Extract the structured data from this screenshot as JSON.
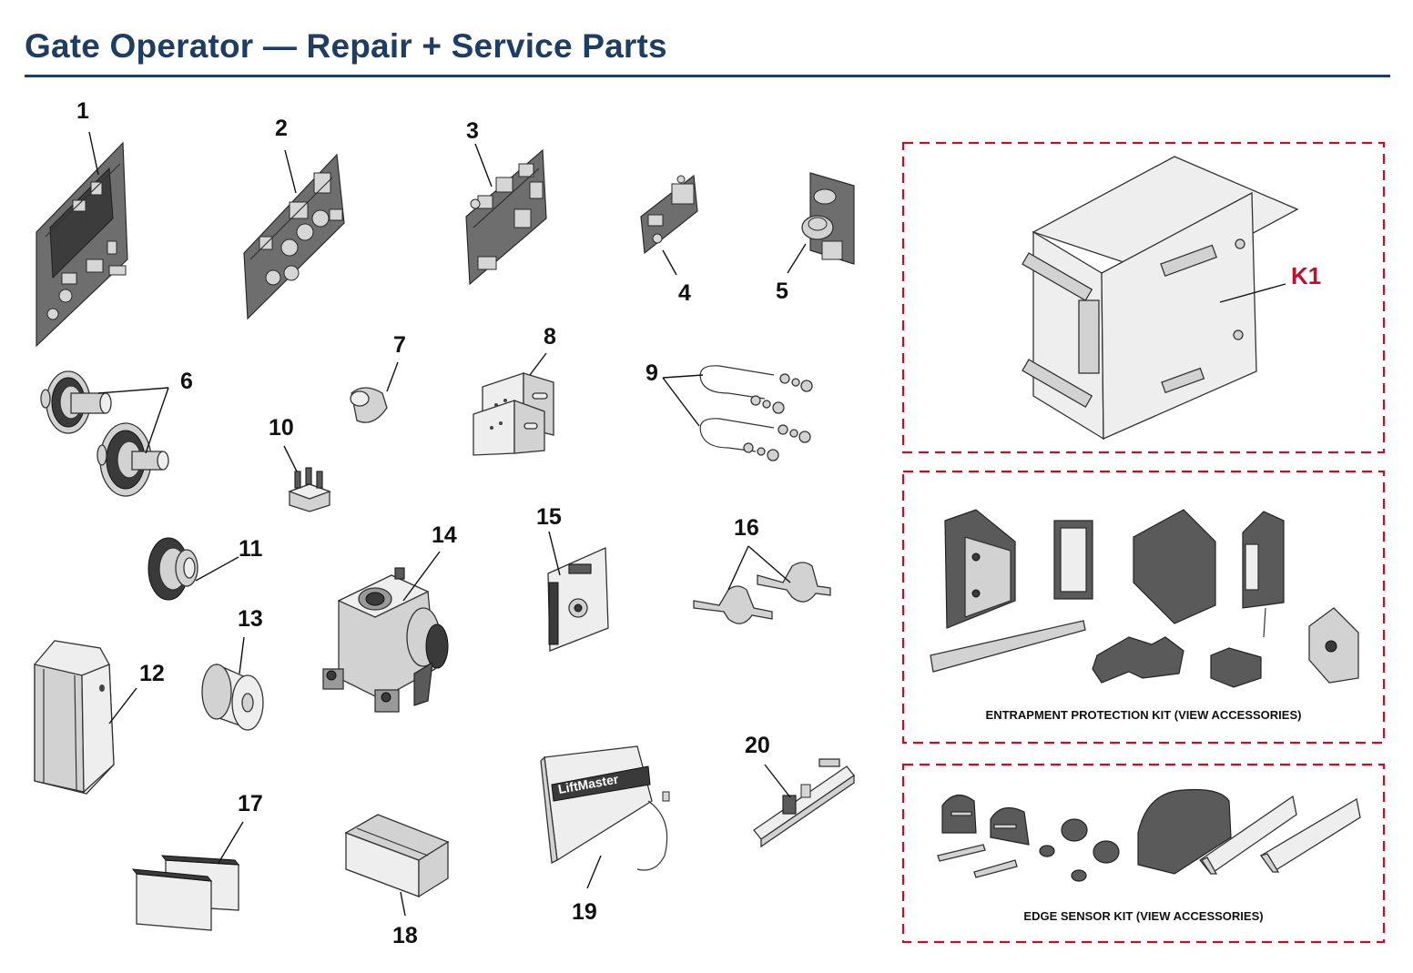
{
  "title": "Gate Operator — Repair + Service Parts",
  "parts": [
    {
      "ref": "1"
    },
    {
      "ref": "2"
    },
    {
      "ref": "3"
    },
    {
      "ref": "4"
    },
    {
      "ref": "5"
    },
    {
      "ref": "6"
    },
    {
      "ref": "7"
    },
    {
      "ref": "8"
    },
    {
      "ref": "9"
    },
    {
      "ref": "10"
    },
    {
      "ref": "11"
    },
    {
      "ref": "12"
    },
    {
      "ref": "13"
    },
    {
      "ref": "14"
    },
    {
      "ref": "15"
    },
    {
      "ref": "16"
    },
    {
      "ref": "17"
    },
    {
      "ref": "18"
    },
    {
      "ref": "19"
    },
    {
      "ref": "20"
    }
  ],
  "kits": {
    "control_box": {
      "ref": "K1"
    },
    "entrapment": {
      "label": "ENTRAPMENT PROTECTION KIT (VIEW ACCESSORIES)"
    },
    "edge_sensor": {
      "label": "EDGE SENSOR KIT (VIEW ACCESSORIES)"
    }
  },
  "brand_logo_text": "LiftMaster",
  "colors": {
    "title": "#1e3d62",
    "kit_border": "#c0102a",
    "kit_ref": "#c0102a",
    "callout": "#111111"
  }
}
